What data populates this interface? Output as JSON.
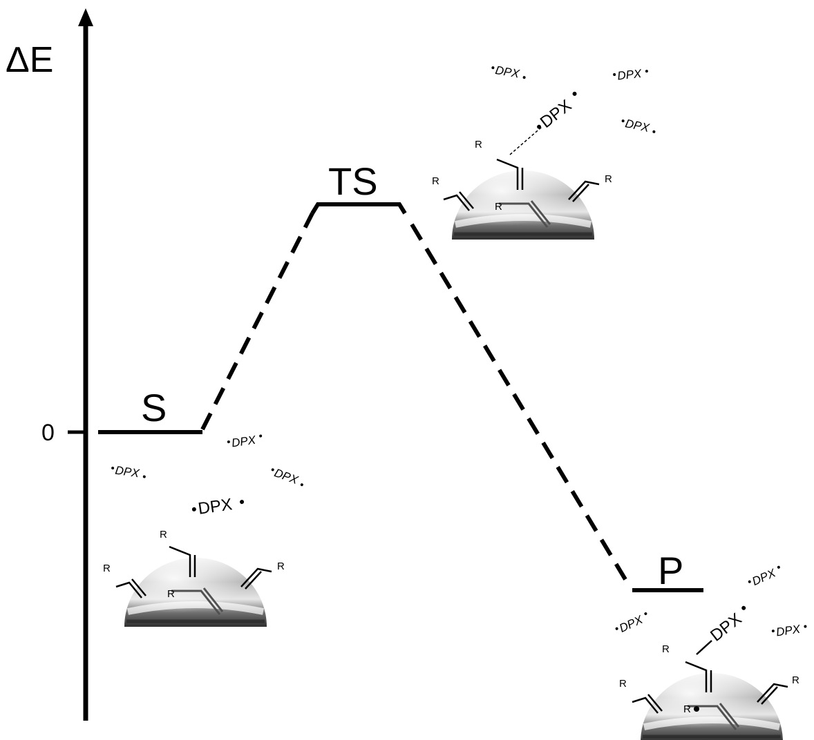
{
  "axis": {
    "y_label": "ΔE",
    "zero_label": "0"
  },
  "states": {
    "S": {
      "label": "S"
    },
    "TS": {
      "label": "TS"
    },
    "P": {
      "label": "P"
    }
  },
  "radical_label": "DPX",
  "substituent_label": "R",
  "colors": {
    "ink": "#000000",
    "droplet_light": "#f2f2f2",
    "droplet_dark": "#3a3a3a"
  }
}
